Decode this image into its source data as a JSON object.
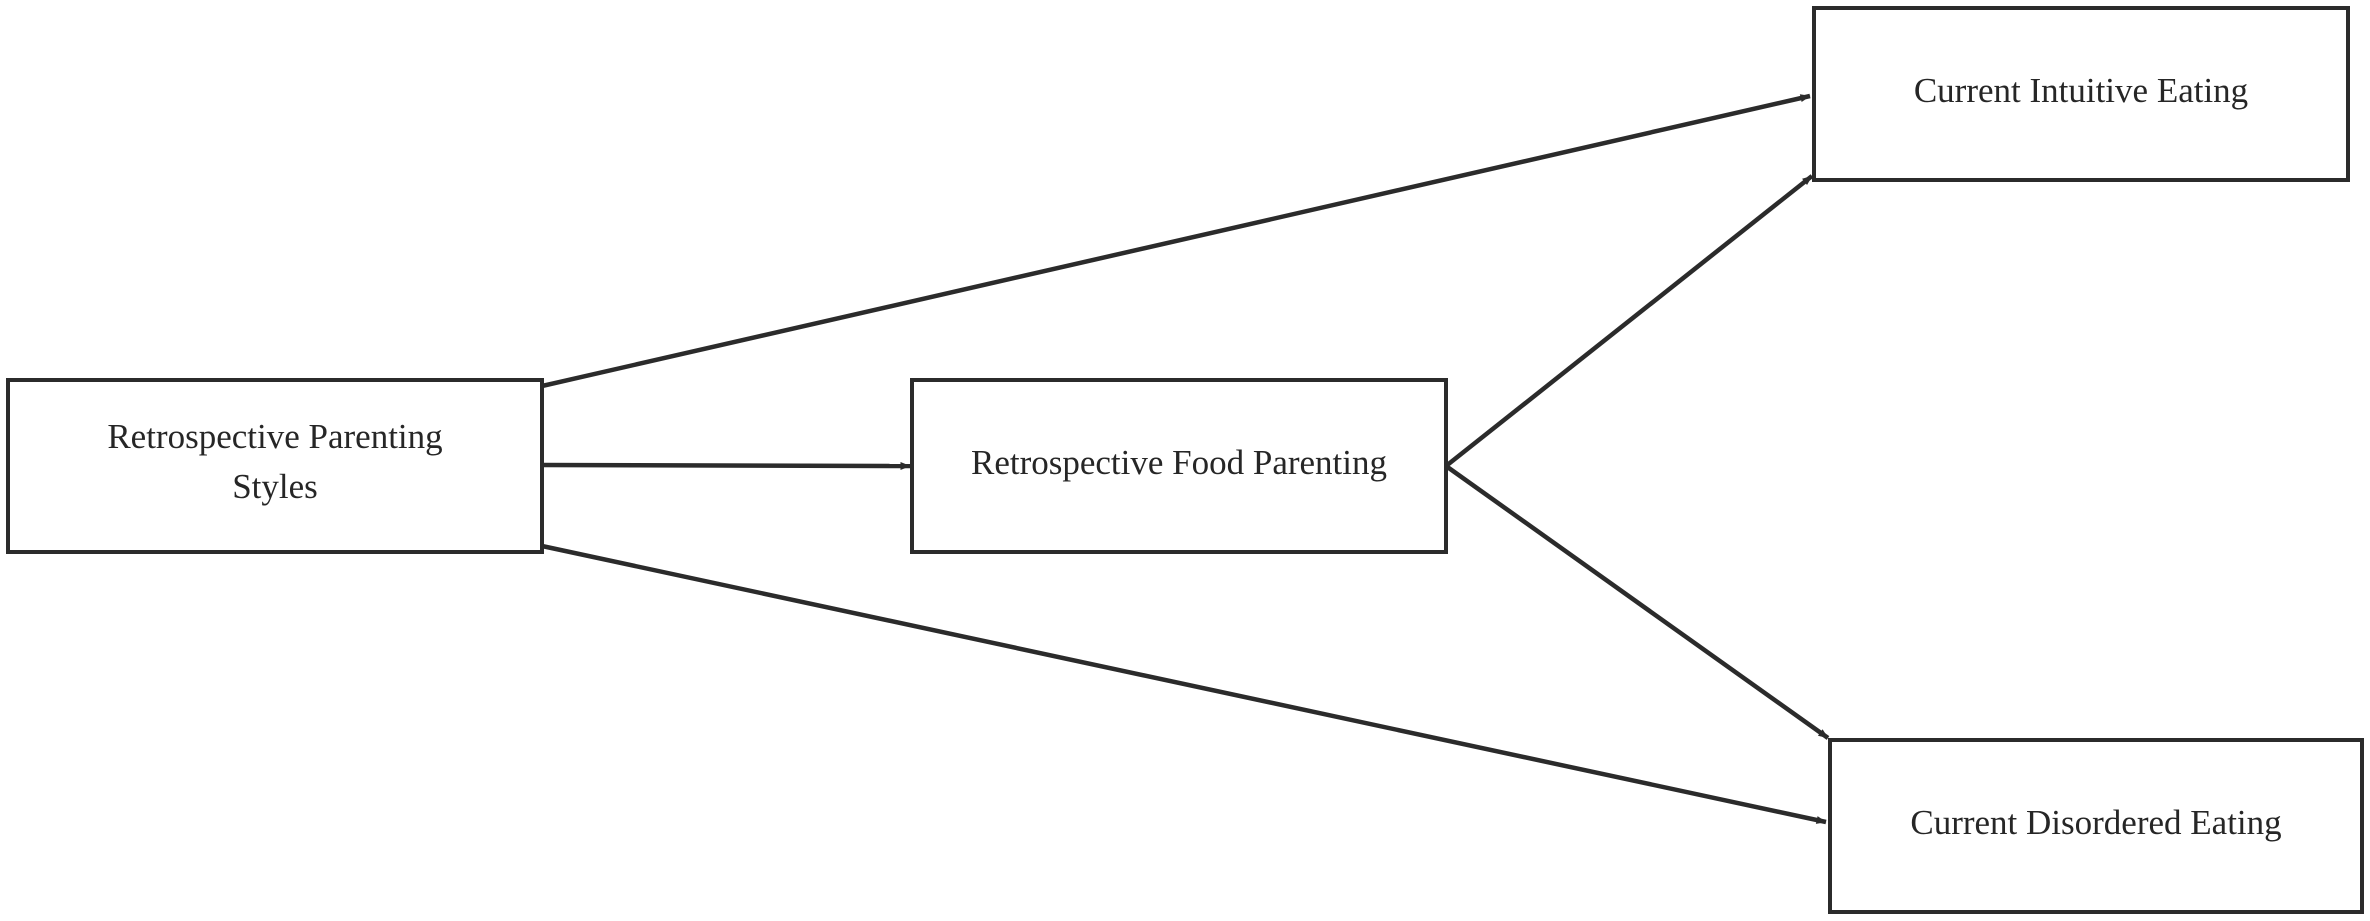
{
  "colors": {
    "stroke": "#2b2b2b",
    "text": "#262626",
    "background": "#ffffff"
  },
  "nodes": {
    "parenting_styles": {
      "line1": "Retrospective Parenting",
      "line2": "Styles"
    },
    "food_parenting": {
      "label": "Retrospective Food Parenting"
    },
    "intuitive_eating": {
      "label": "Current Intuitive Eating"
    },
    "disordered_eating": {
      "label": "Current Disordered Eating"
    }
  },
  "edges": [
    {
      "from": "Retrospective Parenting Styles",
      "to": "Current Intuitive Eating"
    },
    {
      "from": "Retrospective Parenting Styles",
      "to": "Retrospective Food Parenting"
    },
    {
      "from": "Retrospective Parenting Styles",
      "to": "Current Disordered Eating"
    },
    {
      "from": "Retrospective Food Parenting",
      "to": "Current Intuitive Eating"
    },
    {
      "from": "Retrospective Food Parenting",
      "to": "Current Disordered Eating"
    }
  ]
}
